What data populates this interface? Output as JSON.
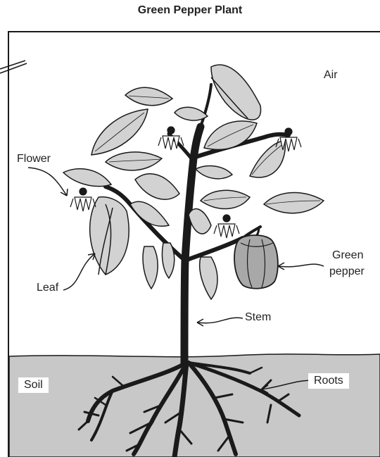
{
  "title": "Green Pepper Plant",
  "labels": {
    "air": "Air",
    "flower": "Flower",
    "leaf": "Leaf",
    "green": "Green",
    "pepper": "pepper",
    "stem": "Stem",
    "soil": "Soil",
    "roots": "Roots"
  },
  "colors": {
    "ink": "#1a1a1a",
    "leaf_fill": "#d2d2d2",
    "soil_fill": "#c8c8c8",
    "pepper_fill": "#a8a8a8",
    "background": "#ffffff"
  }
}
